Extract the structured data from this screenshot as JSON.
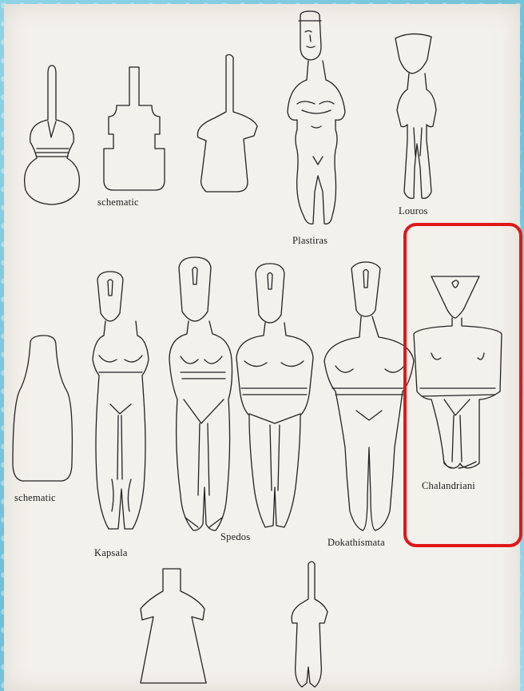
{
  "labels": {
    "schematic_top": "schematic",
    "plastiras": "Plastiras",
    "louros": "Louros",
    "schematic_left": "schematic",
    "kapsala": "Kapsala",
    "spedos": "Spedos",
    "dokathismata": "Dokathismata",
    "chalandriani": "Chalandriani"
  },
  "highlight": {
    "target": "Chalandriani",
    "color": "#e01818"
  },
  "colors": {
    "frame": "#7ec9de",
    "paper": "#f3f1ec",
    "ink": "#1c1c1c"
  }
}
